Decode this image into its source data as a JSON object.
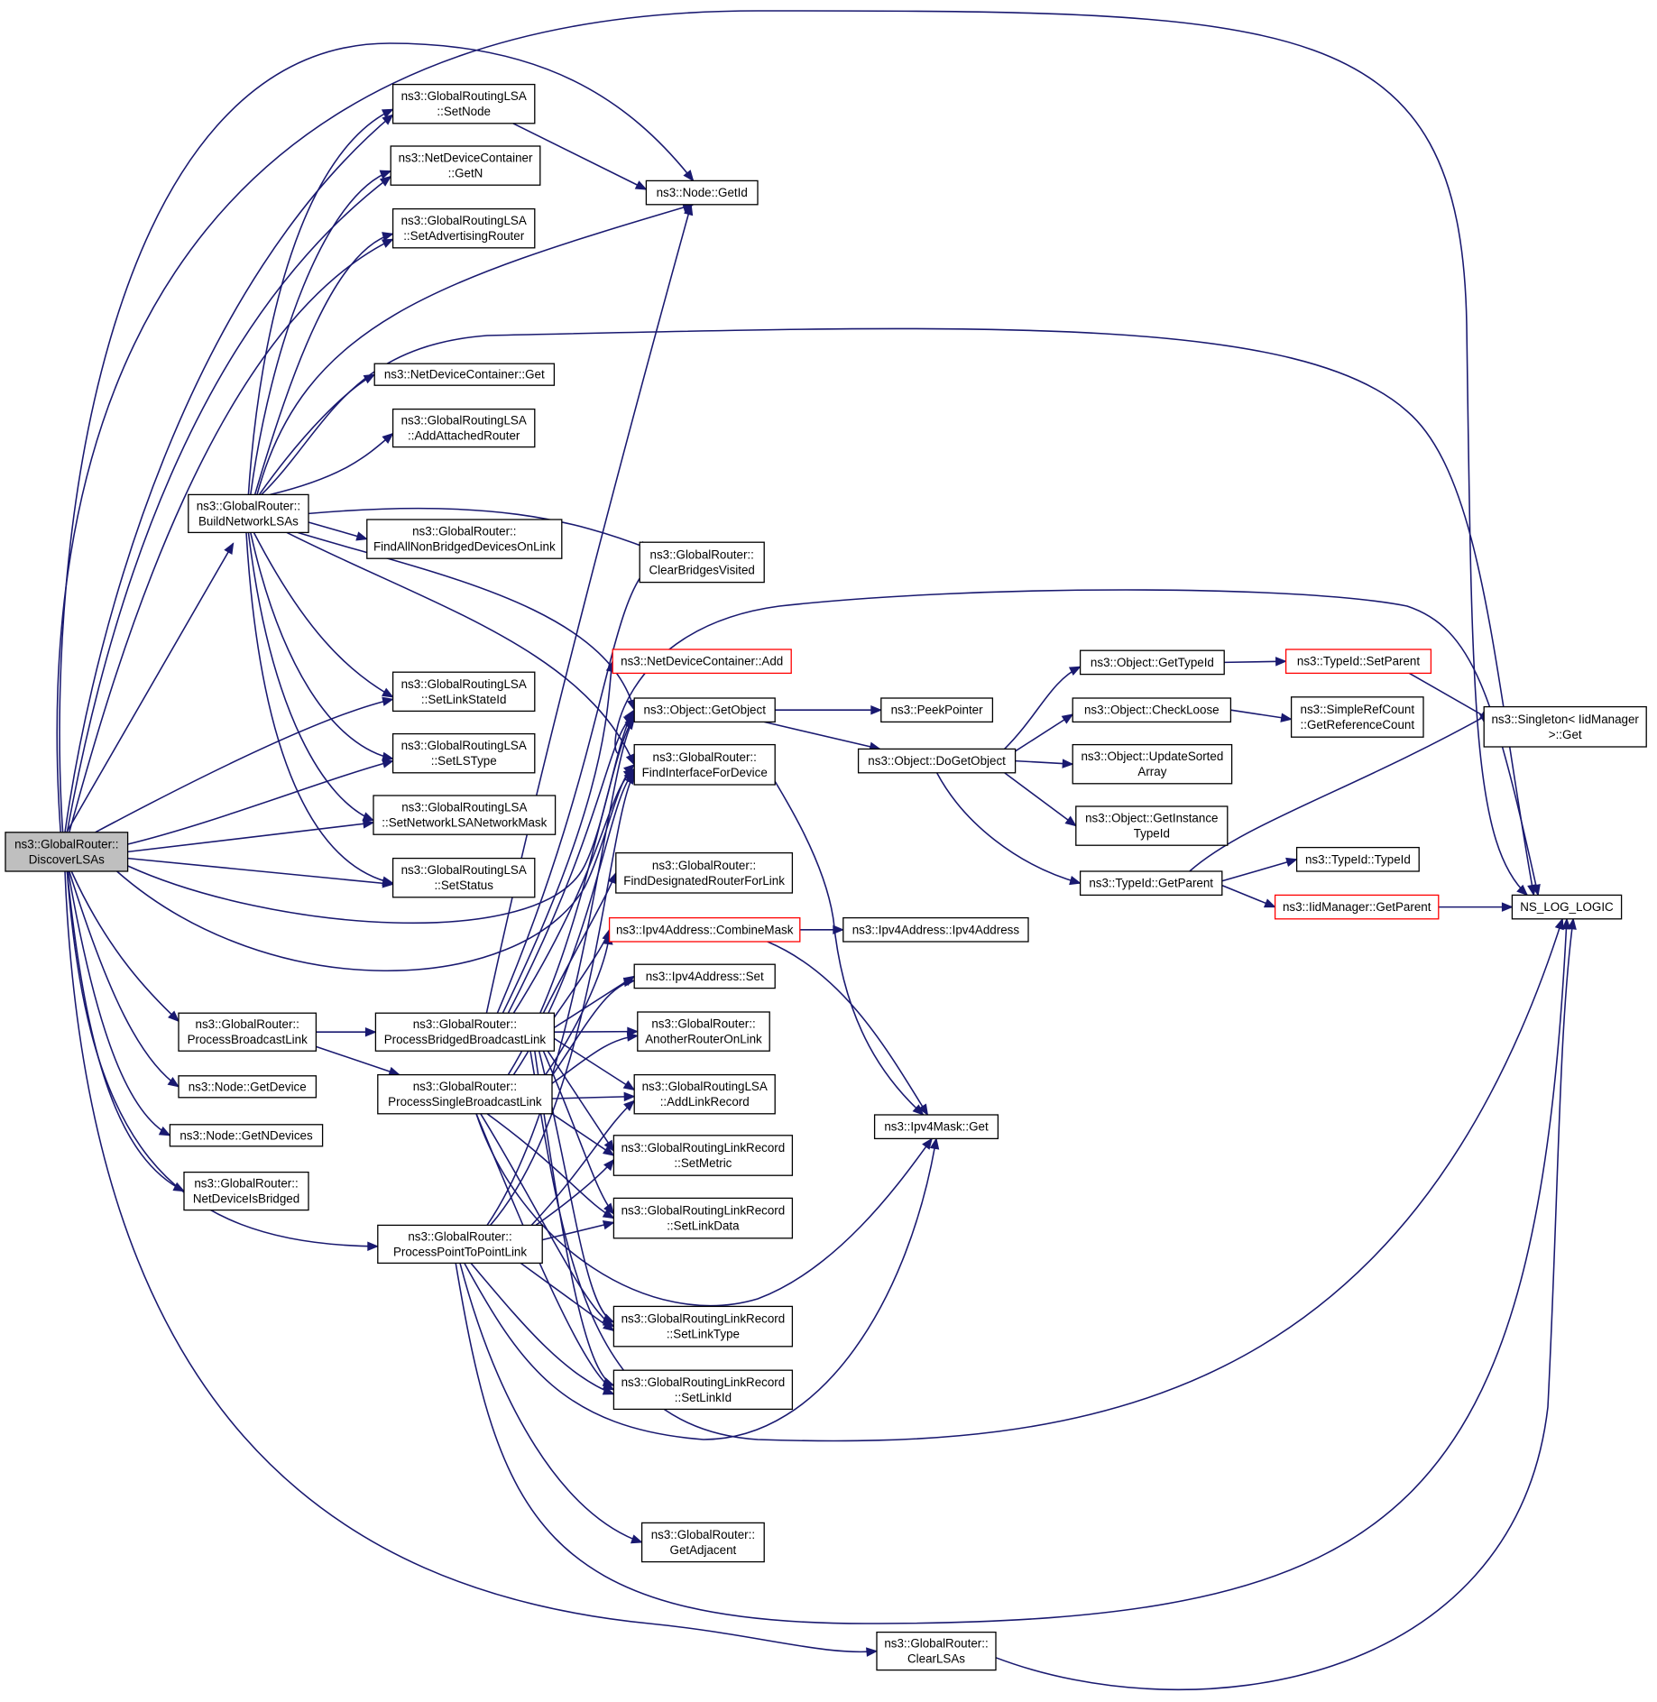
{
  "colors": {
    "edge": "#191970",
    "node_border": "#000000",
    "truncated_border": "#ff0000",
    "root_fill": "#bfbfbf"
  },
  "nodes": {
    "discover": {
      "lines": [
        "ns3::GlobalRouter::",
        "DiscoverLSAs"
      ],
      "root": true
    },
    "buildnet": {
      "lines": [
        "ns3::GlobalRouter::",
        "BuildNetworkLSAs"
      ]
    },
    "procbcast": {
      "lines": [
        "ns3::GlobalRouter::",
        "ProcessBroadcastLink"
      ]
    },
    "getdev": {
      "lines": [
        "ns3::Node::GetDevice"
      ]
    },
    "getndev": {
      "lines": [
        "ns3::Node::GetNDevices"
      ]
    },
    "netbridged": {
      "lines": [
        "ns3::GlobalRouter::",
        "NetDeviceIsBridged"
      ]
    },
    "p2p": {
      "lines": [
        "ns3::GlobalRouter::",
        "ProcessPointToPointLink"
      ]
    },
    "clearlsas": {
      "lines": [
        "ns3::GlobalRouter::",
        "ClearLSAs"
      ]
    },
    "setnode": {
      "lines": [
        "ns3::GlobalRoutingLSA",
        "::SetNode"
      ]
    },
    "ndcgetn": {
      "lines": [
        "ns3::NetDeviceContainer",
        "::GetN"
      ]
    },
    "setadv": {
      "lines": [
        "ns3::GlobalRoutingLSA",
        "::SetAdvertisingRouter"
      ]
    },
    "ndcget": {
      "lines": [
        "ns3::NetDeviceContainer::Get"
      ]
    },
    "addattached": {
      "lines": [
        "ns3::GlobalRoutingLSA",
        "::AddAttachedRouter"
      ]
    },
    "findallnb": {
      "lines": [
        "ns3::GlobalRouter::",
        "FindAllNonBridgedDevicesOnLink"
      ]
    },
    "setlsid": {
      "lines": [
        "ns3::GlobalRoutingLSA",
        "::SetLinkStateId"
      ]
    },
    "setlstype": {
      "lines": [
        "ns3::GlobalRoutingLSA",
        "::SetLSType"
      ]
    },
    "setnetmask": {
      "lines": [
        "ns3::GlobalRoutingLSA",
        "::SetNetworkLSANetworkMask"
      ]
    },
    "setstatus": {
      "lines": [
        "ns3::GlobalRoutingLSA",
        "::SetStatus"
      ]
    },
    "procbridged": {
      "lines": [
        "ns3::GlobalRouter::",
        "ProcessBridgedBroadcastLink"
      ]
    },
    "procsingle": {
      "lines": [
        "ns3::GlobalRouter::",
        "ProcessSingleBroadcastLink"
      ]
    },
    "nodegetid": {
      "lines": [
        "ns3::Node::GetId"
      ]
    },
    "clearbridges": {
      "lines": [
        "ns3::GlobalRouter::",
        "ClearBridgesVisited"
      ]
    },
    "ndcadd": {
      "lines": [
        "ns3::NetDeviceContainer::Add"
      ],
      "truncated": true
    },
    "getobject": {
      "lines": [
        "ns3::Object::GetObject"
      ]
    },
    "findiface": {
      "lines": [
        "ns3::GlobalRouter::",
        "FindInterfaceForDevice"
      ]
    },
    "finddr": {
      "lines": [
        "ns3::GlobalRouter::",
        "FindDesignatedRouterForLink"
      ]
    },
    "combinemask": {
      "lines": [
        "ns3::Ipv4Address::CombineMask"
      ],
      "truncated": true
    },
    "ipv4set": {
      "lines": [
        "ns3::Ipv4Address::Set"
      ]
    },
    "another": {
      "lines": [
        "ns3::GlobalRouter::",
        "AnotherRouterOnLink"
      ]
    },
    "addlinkrec": {
      "lines": [
        "ns3::GlobalRoutingLSA",
        "::AddLinkRecord"
      ]
    },
    "setmetric": {
      "lines": [
        "ns3::GlobalRoutingLinkRecord",
        "::SetMetric"
      ]
    },
    "setlinkdata": {
      "lines": [
        "ns3::GlobalRoutingLinkRecord",
        "::SetLinkData"
      ]
    },
    "setlinktype": {
      "lines": [
        "ns3::GlobalRoutingLinkRecord",
        "::SetLinkType"
      ]
    },
    "setlinkid": {
      "lines": [
        "ns3::GlobalRoutingLinkRecord",
        "::SetLinkId"
      ]
    },
    "getadj": {
      "lines": [
        "ns3::GlobalRouter::",
        "GetAdjacent"
      ]
    },
    "peek": {
      "lines": [
        "ns3::PeekPointer"
      ]
    },
    "dogetobj": {
      "lines": [
        "ns3::Object::DoGetObject"
      ]
    },
    "ipv4addr": {
      "lines": [
        "ns3::Ipv4Address::Ipv4Address"
      ]
    },
    "maskget": {
      "lines": [
        "ns3::Ipv4Mask::Get"
      ]
    },
    "gettypeid": {
      "lines": [
        "ns3::Object::GetTypeId"
      ]
    },
    "checkloose": {
      "lines": [
        "ns3::Object::CheckLoose"
      ]
    },
    "updsorted": {
      "lines": [
        "ns3::Object::UpdateSorted",
        "Array"
      ]
    },
    "getinst": {
      "lines": [
        "ns3::Object::GetInstance",
        "TypeId"
      ]
    },
    "tgetparent": {
      "lines": [
        "ns3::TypeId::GetParent"
      ]
    },
    "setparent": {
      "lines": [
        "ns3::TypeId::SetParent"
      ],
      "truncated": true
    },
    "getrefcount": {
      "lines": [
        "ns3::SimpleRefCount",
        "::GetReferenceCount"
      ]
    },
    "typeidctor": {
      "lines": [
        "ns3::TypeId::TypeId"
      ]
    },
    "iidgetparent": {
      "lines": [
        "ns3::IidManager::GetParent"
      ],
      "truncated": true
    },
    "singleton": {
      "lines": [
        "ns3::Singleton< IidManager",
        ">::Get"
      ]
    },
    "nslog": {
      "lines": [
        "NS_LOG_LOGIC"
      ]
    }
  }
}
